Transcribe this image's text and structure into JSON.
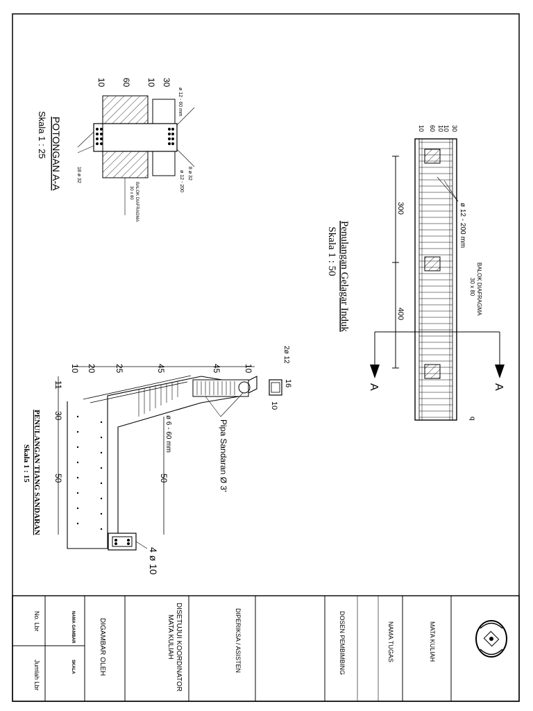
{
  "girder": {
    "title": "Penulangan Gelagar Induk",
    "scale": "Skala  1 : 50",
    "dim_300": "300",
    "dim_400": "400",
    "rebar_label": "ø 12 - 200 mm",
    "diaphragm_label": "BALOK DIAFRAGMA",
    "diaphragm_size": "30 x 80",
    "section_mark": "A",
    "end_mark": "q",
    "top_dims": [
      "30",
      "10",
      "10",
      "60",
      "10"
    ]
  },
  "section": {
    "title": "POTONGAN A-A",
    "scale": "Skala  1 : 25",
    "dims": [
      "10",
      "60",
      "10",
      "30"
    ],
    "rebar_top": "ø 12 - 60 mm",
    "rebar_mid": "8 ø 32",
    "rebar_mid2": "ø 12 - 200",
    "rebar_bot": "18 ø 32",
    "diaphragm": "BALOK DIAFRAGMA",
    "diaphragm_size": "30 x 80"
  },
  "railing": {
    "title": "PENULANGAN TIANG SANDARAN",
    "scale": "Skala  1 : 15",
    "dims_left": [
      "10",
      "20",
      "25",
      "45",
      "45",
      "10"
    ],
    "dims_bottom": [
      "11",
      "30",
      "50"
    ],
    "dim_right": "50",
    "top_rebar": "2ø 12",
    "top_dim": "16",
    "top_dim2": "10",
    "pipe": "Pipa Sandaran Ø 3'",
    "stirrup": "ø 6 - 60 mm",
    "bottom_rebar": "4 ø 10"
  },
  "titleblock": {
    "no_lbr": "No. Lbr",
    "jumlah_lbr": "Jumlah Lbr",
    "nama_gambar": "NAMA GAMBAR",
    "skala": "SKALA",
    "digambar": "DIGAMBAR OLEH",
    "disetujui_1": "DISETUJUI KOORDINATOR",
    "disetujui_2": "MATA KULIAH",
    "diperiksa": "DIPERIKSA / ASISTEN",
    "dosen": "DOSEN PEMBIMBING",
    "nama_tugas": "NAMA TUGAS",
    "mata_kuliah": "MATA KULIAH"
  }
}
